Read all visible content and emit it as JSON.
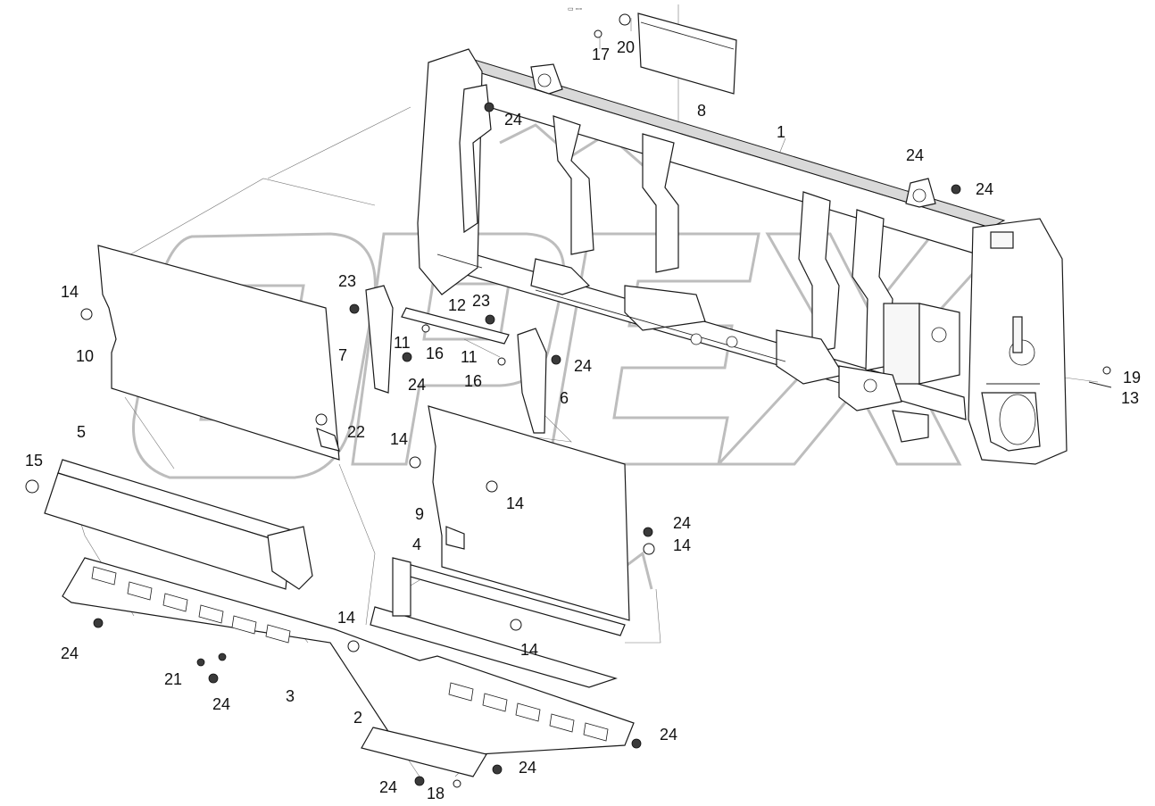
{
  "diagram": {
    "watermark": "OPEX",
    "corner_mark": "▭ ▫▫▫",
    "callouts": [
      {
        "id": "c1",
        "text": "1"
      },
      {
        "id": "c2",
        "text": "2"
      },
      {
        "id": "c3",
        "text": "3"
      },
      {
        "id": "c4",
        "text": "4"
      },
      {
        "id": "c5",
        "text": "5"
      },
      {
        "id": "c6",
        "text": "6"
      },
      {
        "id": "c7",
        "text": "7"
      },
      {
        "id": "c8",
        "text": "8"
      },
      {
        "id": "c9",
        "text": "9"
      },
      {
        "id": "c10",
        "text": "10"
      },
      {
        "id": "c11a",
        "text": "11"
      },
      {
        "id": "c11b",
        "text": "11"
      },
      {
        "id": "c12",
        "text": "12"
      },
      {
        "id": "c13",
        "text": "13"
      },
      {
        "id": "c14a",
        "text": "14"
      },
      {
        "id": "c14b",
        "text": "14"
      },
      {
        "id": "c14c",
        "text": "14"
      },
      {
        "id": "c14d",
        "text": "14"
      },
      {
        "id": "c14e",
        "text": "14"
      },
      {
        "id": "c14f",
        "text": "14"
      },
      {
        "id": "c15",
        "text": "15"
      },
      {
        "id": "c16a",
        "text": "16"
      },
      {
        "id": "c16b",
        "text": "16"
      },
      {
        "id": "c17",
        "text": "17"
      },
      {
        "id": "c18",
        "text": "18"
      },
      {
        "id": "c19",
        "text": "19"
      },
      {
        "id": "c20",
        "text": "20"
      },
      {
        "id": "c21",
        "text": "21"
      },
      {
        "id": "c22",
        "text": "22"
      },
      {
        "id": "c23a",
        "text": "23"
      },
      {
        "id": "c23b",
        "text": "23"
      },
      {
        "id": "c24a",
        "text": "24"
      },
      {
        "id": "c24b",
        "text": "24"
      },
      {
        "id": "c24c",
        "text": "24"
      },
      {
        "id": "c24d",
        "text": "24"
      },
      {
        "id": "c24e",
        "text": "24"
      },
      {
        "id": "c24f",
        "text": "24"
      },
      {
        "id": "c24g",
        "text": "24"
      },
      {
        "id": "c24h",
        "text": "24"
      },
      {
        "id": "c24i",
        "text": "24"
      },
      {
        "id": "c24j",
        "text": "24"
      },
      {
        "id": "c24k",
        "text": "24"
      }
    ]
  }
}
